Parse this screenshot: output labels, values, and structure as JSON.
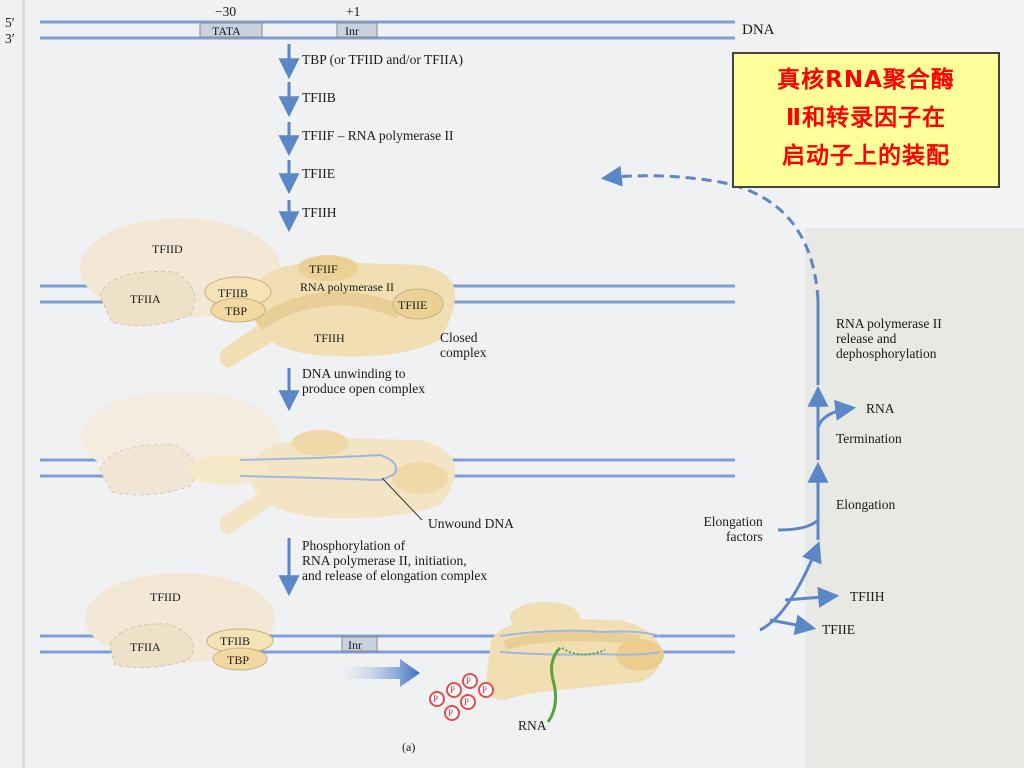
{
  "title_box": {
    "lines": [
      "真核RNA聚合酶",
      "Ⅱ和转录因子在",
      "启动子上的装配"
    ],
    "text_color": "#ff0000",
    "background": "#ffff99"
  },
  "dna": {
    "strand_5": "5′",
    "strand_3": "3′",
    "label": "DNA",
    "pos_minus30": "−30",
    "pos_plus1": "+1",
    "tata": "TATA",
    "inr": "Inr"
  },
  "steps": {
    "tbp": "TBP (or TFIID and/or TFIIA)",
    "tfiib": "TFIIB",
    "tfiif_pol": "TFIIF – RNA polymerase II",
    "tfiie": "TFIIE",
    "tfiih": "TFIIH"
  },
  "closed_complex": {
    "tfiid": "TFIID",
    "tfiia": "TFIIA",
    "tfiib": "TFIIB",
    "tbp": "TBP",
    "tfiif": "TFIIF",
    "pol": "RNA polymerase II",
    "tfiie": "TFIIE",
    "tfiih": "TFIIH",
    "state": [
      "Closed",
      "complex"
    ]
  },
  "unwinding": [
    "DNA unwinding to",
    "produce open complex"
  ],
  "unwound_dna": "Unwound DNA",
  "phosphorylation": [
    "Phosphorylation of",
    "RNA polymerase II, initiation,",
    "and release of elongation complex"
  ],
  "bottom_complex": {
    "tfiid": "TFIID",
    "tfiia": "TFIIA",
    "tfiib": "TFIIB",
    "tbp": "TBP",
    "inr": "Inr",
    "phosphate": "P",
    "rna": "RNA"
  },
  "cycle": {
    "release": [
      "RNA polymerase II",
      "release and",
      "dephosphorylation"
    ],
    "rna": "RNA",
    "termination": "Termination",
    "elongation": "Elongation",
    "elongation_factors": [
      "Elongation",
      "factors"
    ],
    "tfiih": "TFIIH",
    "tfiie": "TFIIE"
  },
  "panel": "(a)",
  "colors": {
    "dna_line": "#7f9fd3",
    "arrow_blue": "#5b87c6",
    "complex_light": "#f3e8d6",
    "complex_mid": "#f1dfb3",
    "complex_dark": "#e8cf95",
    "phosphate_ring": "#e24d4d",
    "rna_green": "#5aa23c"
  }
}
